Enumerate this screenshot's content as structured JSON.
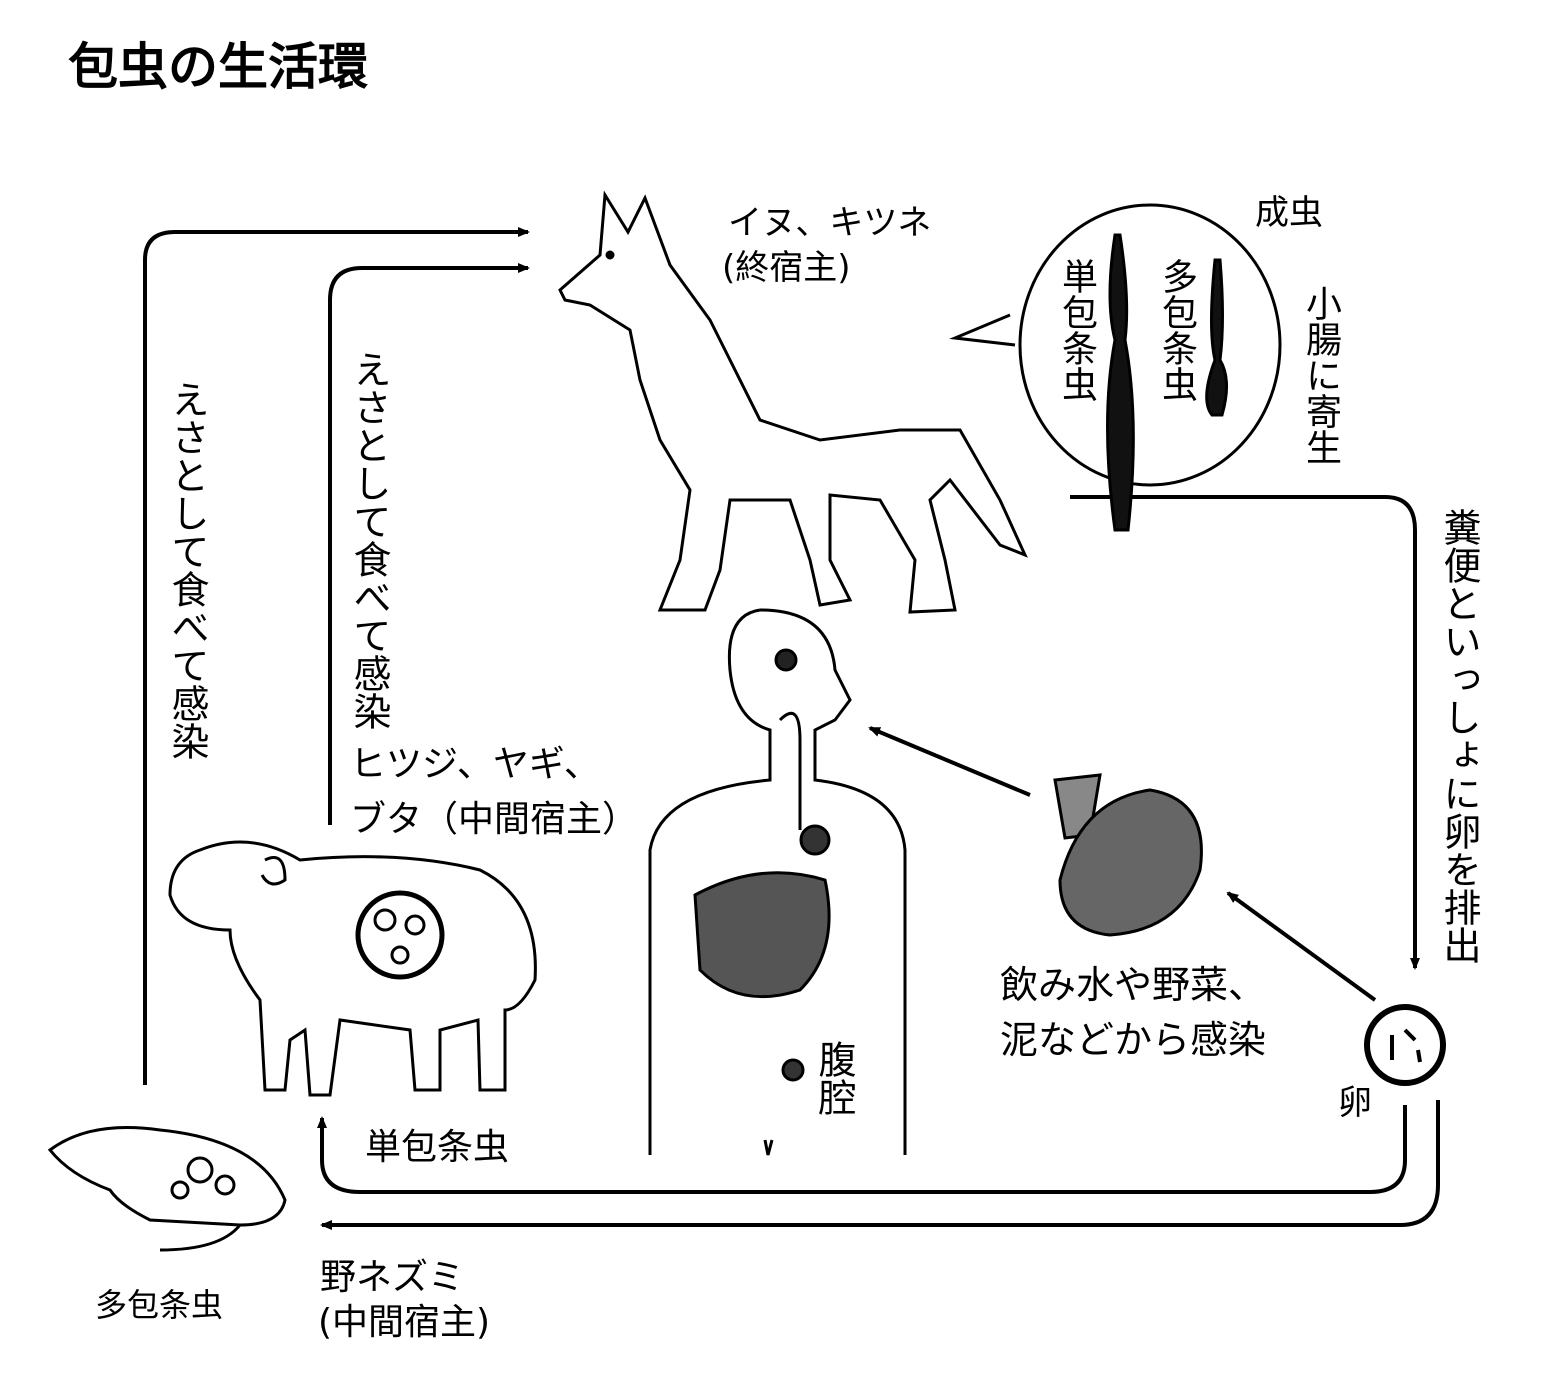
{
  "title": "包虫の生活環",
  "labels": {
    "definitive_host_1": "イヌ、キツネ",
    "definitive_host_2": "(終宿主)",
    "adult": "成虫",
    "small_intestine": "小腸に寄生",
    "unilocular_in_circle": "単包条虫",
    "multilocular_in_circle": "多包条虫",
    "eat_infect_outer": "えさとして食べて感染",
    "eat_infect_inner": "えさとして食べて感染",
    "intermediate_1": "ヒツジ、ヤギ、",
    "intermediate_2": "ブタ（中間宿主）",
    "feces": "糞便といっしょに卵を排出",
    "water_1": "飲み水や野菜、",
    "water_2": "泥などから感染",
    "abdomen": "腹腔",
    "egg": "卵",
    "unilocular_arrow": "単包条虫",
    "multilocular_rat": "多包条虫",
    "vole_1": "野ネズミ",
    "vole_2": "(中間宿主)"
  }
}
